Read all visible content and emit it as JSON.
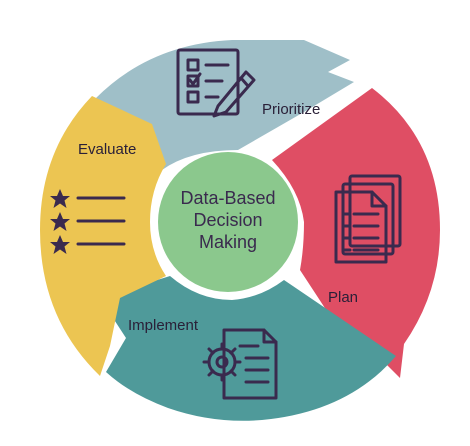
{
  "diagram": {
    "center": {
      "lines": [
        "Data-Based",
        "Decision",
        "Making"
      ],
      "color": "#8bc88d"
    },
    "segments": [
      {
        "id": "prioritize",
        "label": "Prioritize",
        "color": "#9fbfc8",
        "icon": "checklist-pencil-icon"
      },
      {
        "id": "plan",
        "label": "Plan",
        "color": "#df4e64",
        "icon": "document-stack-icon"
      },
      {
        "id": "implement",
        "label": "Implement",
        "color": "#4f9a9a",
        "icon": "gear-document-icon"
      },
      {
        "id": "evaluate",
        "label": "Evaluate",
        "color": "#ecc552",
        "icon": "star-list-icon"
      }
    ],
    "icon_stroke_color": "#3a2a4e"
  }
}
